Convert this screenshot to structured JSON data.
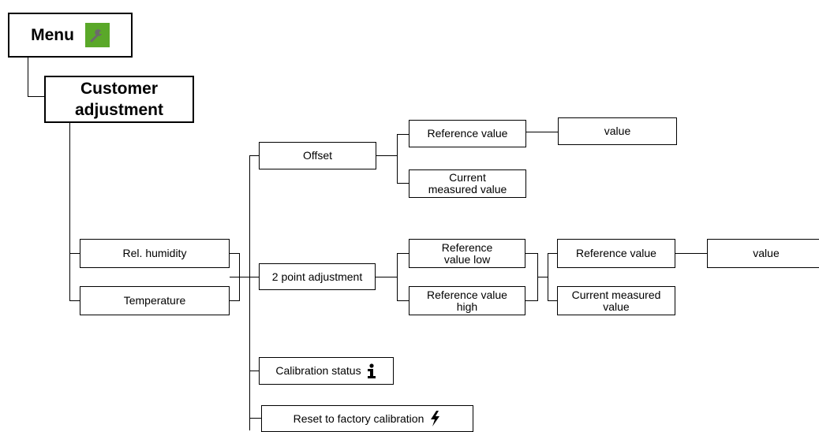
{
  "colors": {
    "menu_icon_bg": "#5aa829"
  },
  "menu": {
    "label": "Menu",
    "icon": "wrench-icon"
  },
  "customer_adjustment": {
    "label": "Customer\nadjustment"
  },
  "sensors": {
    "rel_humidity": "Rel. humidity",
    "temperature": "Temperature"
  },
  "adjustment": {
    "offset": "Offset",
    "two_point": "2 point adjustment",
    "calibration_status": "Calibration status",
    "calibration_status_icon": "info-icon",
    "reset": "Reset to factory calibration",
    "reset_icon": "lightning-icon"
  },
  "offset_children": {
    "reference_value": "Reference value",
    "current_measured": "Current\nmeasured value",
    "value": "value"
  },
  "two_point_children": {
    "ref_low": "Reference\nvalue low",
    "ref_high": "Reference value\nhigh",
    "reference_value": "Reference value",
    "current_measured": "Current measured\nvalue",
    "value": "value"
  }
}
